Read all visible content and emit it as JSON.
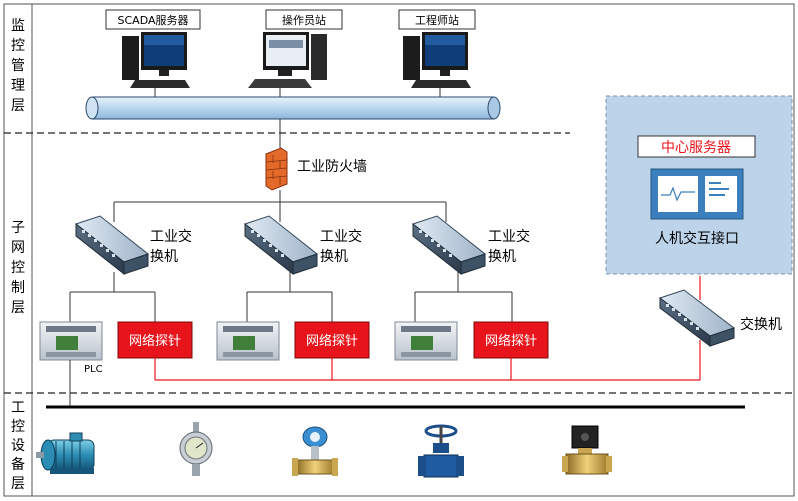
{
  "layers": {
    "monitor": [
      "监",
      "控",
      "管",
      "理",
      "层"
    ],
    "subnet": [
      "子",
      "网",
      "控",
      "制",
      "层"
    ],
    "device": [
      "工",
      "控",
      "设",
      "备",
      "层"
    ]
  },
  "stations": {
    "scada": "SCADA服务器",
    "operator": "操作员站",
    "engineer": "工程师站"
  },
  "firewall_label": "工业防火墙",
  "switch_label": [
    "工业交",
    "换机"
  ],
  "probe_label": "网络探针",
  "plc_label": "PLC",
  "center": {
    "title": "中心服务器",
    "hmi": "人机交互接口"
  },
  "switch2_label": "交换机",
  "colors": {
    "probe_red": "#e8141b",
    "center_bg": "#bcd3ea",
    "pipe": "#c9e0f3",
    "line_red": "#e8141b"
  }
}
